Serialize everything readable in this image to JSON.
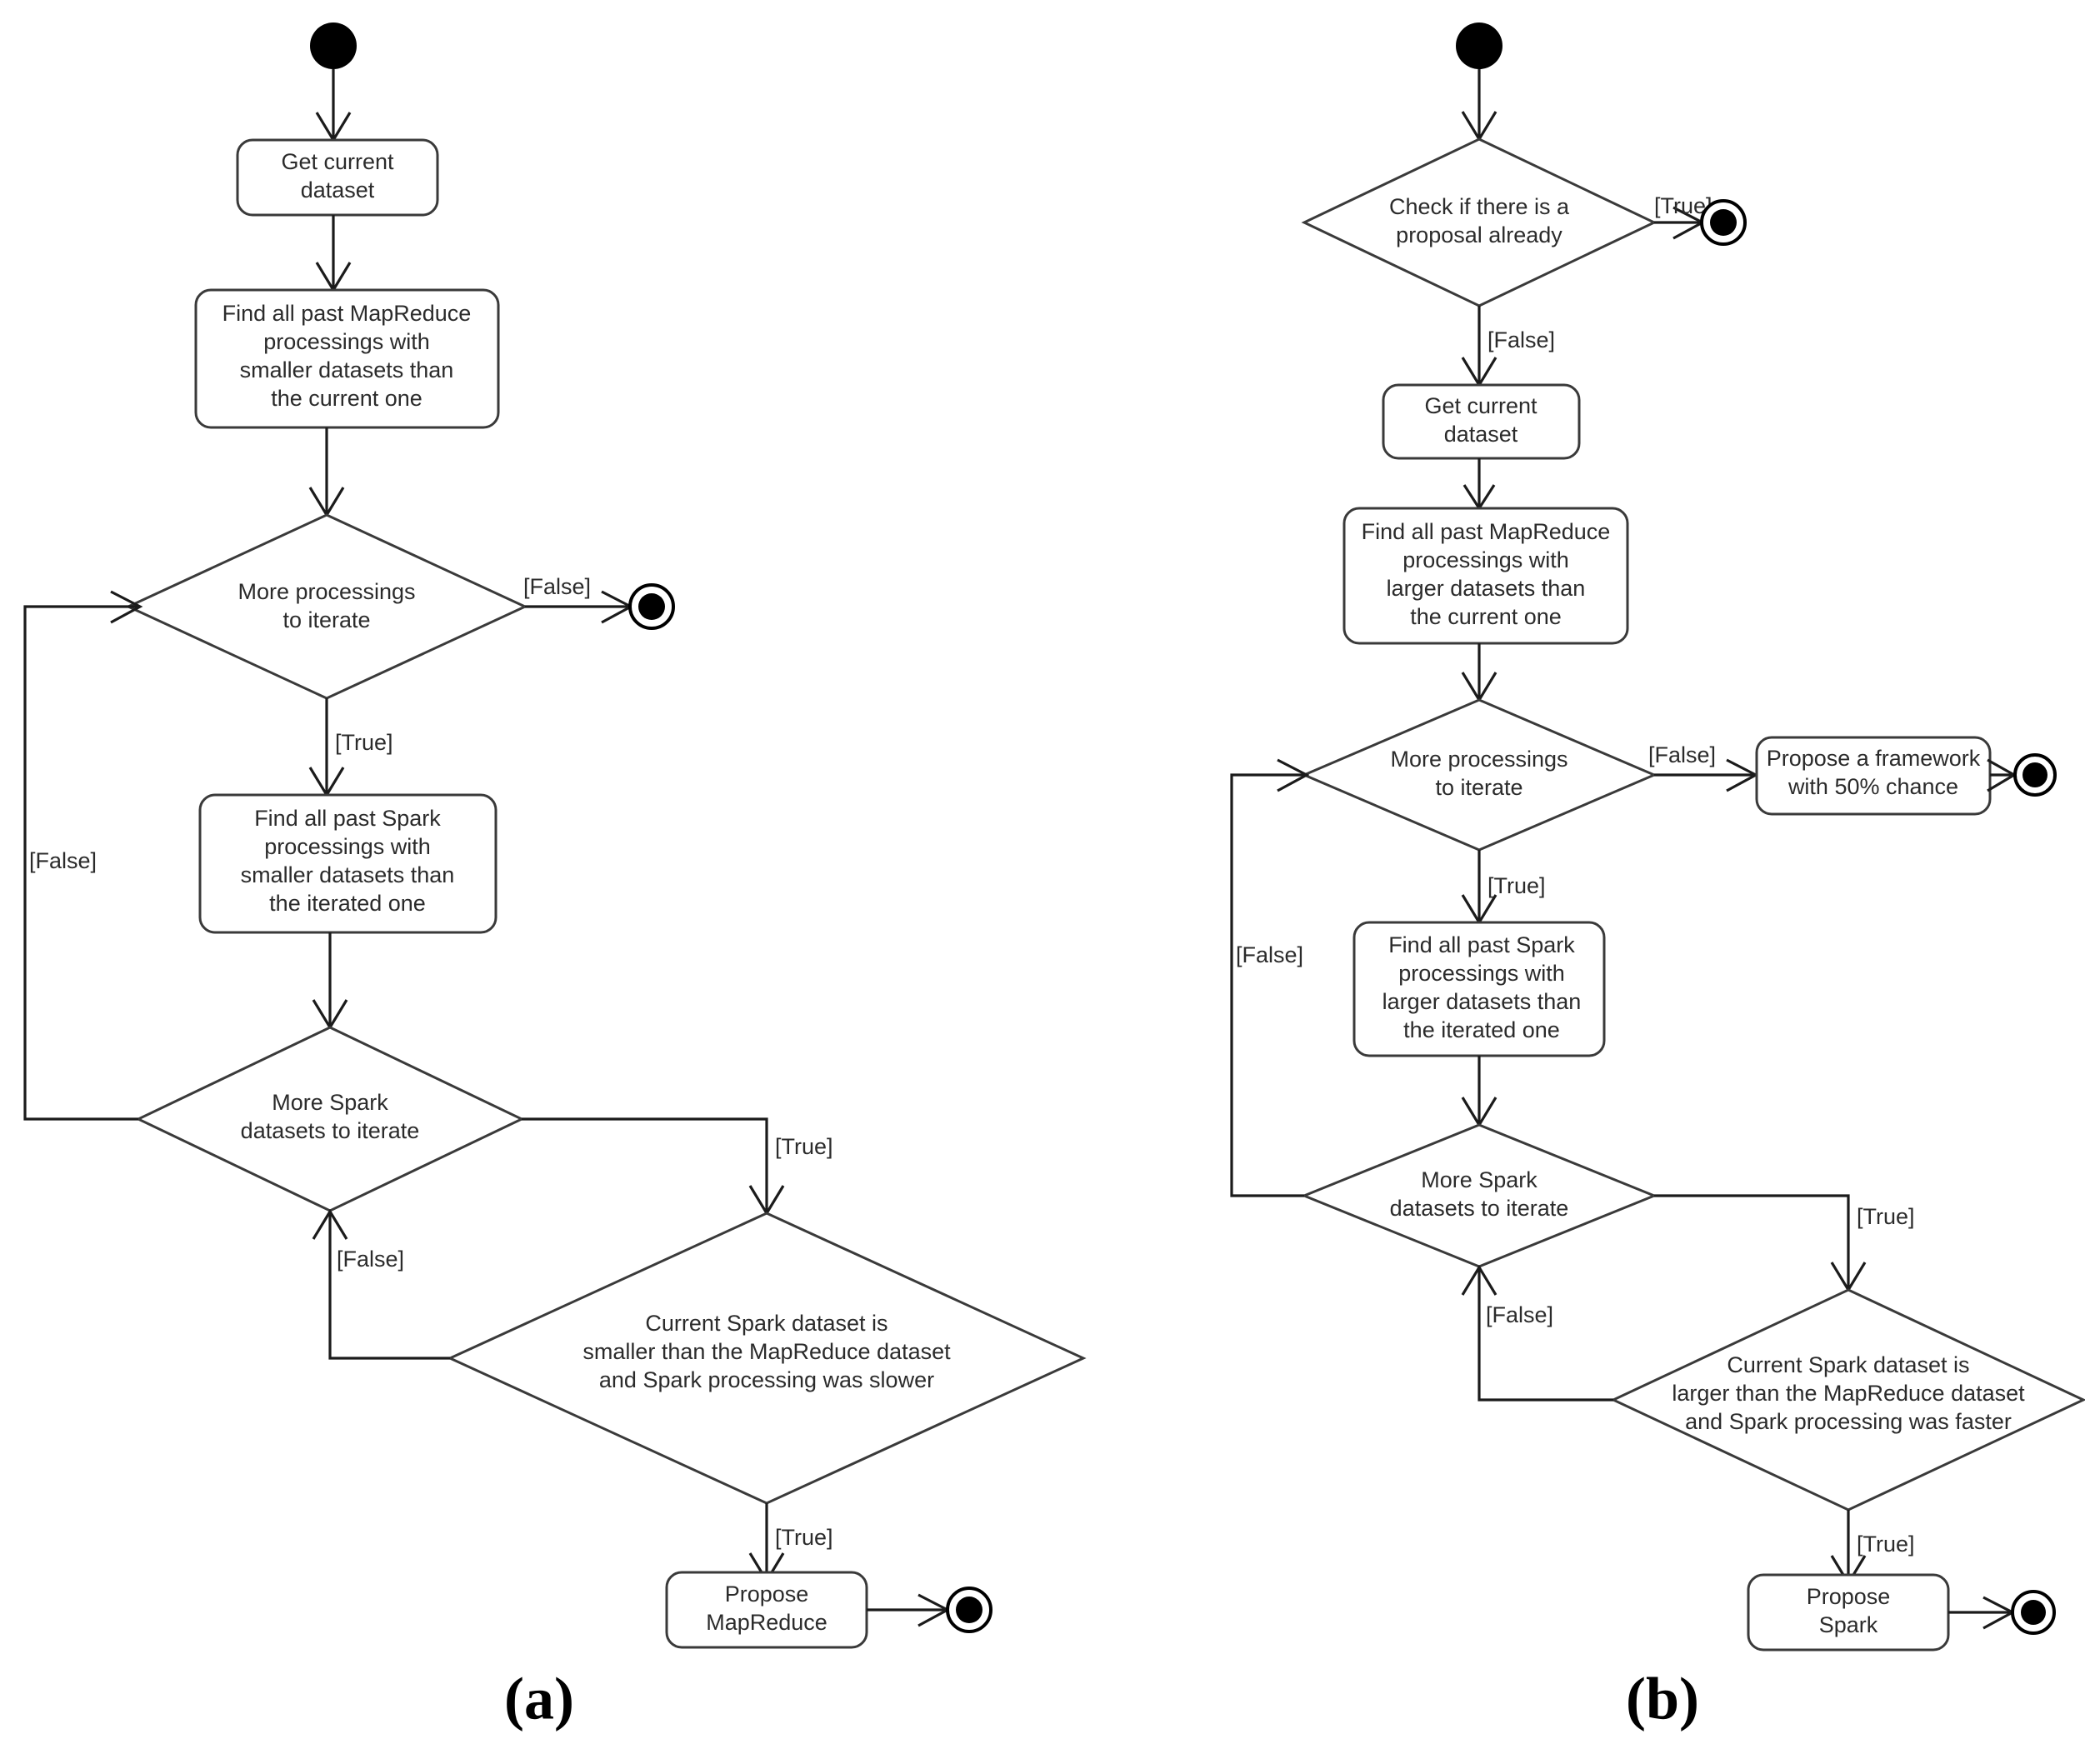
{
  "figure": {
    "captions": [
      {
        "id": "caption-a",
        "text": "(a)"
      },
      {
        "id": "caption-b",
        "text": "(b)"
      }
    ]
  },
  "diagram_a": {
    "caption": "(a)",
    "nodes": {
      "start": "start-node",
      "get_current_dataset": {
        "lines": [
          "Get current",
          "dataset"
        ]
      },
      "find_mapreduce": {
        "lines": [
          "Find all past MapReduce",
          "processings with",
          "smaller datasets than",
          "the current one"
        ]
      },
      "more_processings": {
        "lines": [
          "More processings",
          "to iterate"
        ]
      },
      "find_spark": {
        "lines": [
          "Find all past Spark",
          "processings with",
          "smaller datasets than",
          "the iterated one"
        ]
      },
      "more_spark": {
        "lines": [
          "More Spark",
          "datasets  to iterate"
        ]
      },
      "compare_condition": {
        "lines": [
          "Current Spark dataset is",
          "smaller  than the MapReduce dataset",
          "and Spark processing was slower"
        ]
      },
      "propose": {
        "lines": [
          "Propose",
          "MapReduce"
        ]
      },
      "end_false": "end-node",
      "end_propose": "end-node"
    },
    "guards": {
      "more_processings_false": "[False]",
      "more_processings_true": "[True]",
      "more_spark_loop_false": "[False]",
      "more_spark_true": "[True]",
      "compare_false": "[False]",
      "compare_true": "[True]"
    }
  },
  "diagram_b": {
    "caption": "(b)",
    "nodes": {
      "start": "start-node",
      "check_proposal": {
        "lines": [
          "Check if there is a",
          "proposal already"
        ]
      },
      "get_current_dataset": {
        "lines": [
          "Get current",
          "dataset"
        ]
      },
      "find_mapreduce": {
        "lines": [
          "Find all past MapReduce",
          "processings with",
          "larger datasets than",
          "the current one"
        ]
      },
      "more_processings": {
        "lines": [
          "More processings",
          "to iterate"
        ]
      },
      "propose_framework": {
        "lines": [
          "Propose a framework",
          "with 50% chance"
        ]
      },
      "find_spark": {
        "lines": [
          "Find all past Spark",
          "processings with",
          "larger datasets than",
          "the iterated one"
        ]
      },
      "more_spark": {
        "lines": [
          "More Spark",
          "datasets  to iterate"
        ]
      },
      "compare_condition": {
        "lines": [
          "Current Spark dataset is",
          "larger than the MapReduce dataset",
          "and Spark processing was faster"
        ]
      },
      "propose": {
        "lines": [
          "Propose",
          "Spark"
        ]
      },
      "end_check_true": "end-node",
      "end_framework": "end-node",
      "end_propose": "end-node"
    },
    "guards": {
      "check_true": "[True]",
      "check_false": "[False]",
      "more_processings_false": "[False]",
      "more_processings_true": "[True]",
      "more_spark_loop_false": "[False]",
      "more_spark_true": "[True]",
      "compare_true": "[True]"
    }
  },
  "colors": {
    "line": "#1b1b1b",
    "box_stroke": "#3a3a3a",
    "text": "#2b2b2b",
    "background": "#ffffff"
  }
}
